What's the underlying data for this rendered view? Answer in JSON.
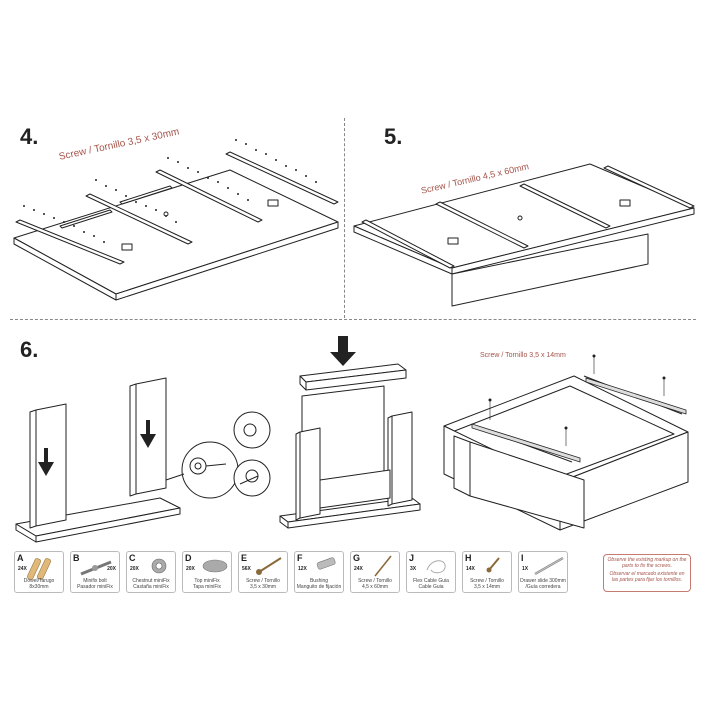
{
  "steps": {
    "s4": {
      "number": "4.",
      "label": "Screw / Tornillo  3,5 x 30mm"
    },
    "s5": {
      "number": "5.",
      "label": "Screw / Tornillo  4,5 x 60mm"
    },
    "s6": {
      "number": "6.",
      "label": "Screw / Tornillo  3,5 x 14mm"
    }
  },
  "parts": [
    {
      "letter": "A",
      "qty": "24X",
      "name1": "Dowel/Tarugo",
      "name2": "8x30mm",
      "icon": "dowel-icon"
    },
    {
      "letter": "B",
      "qty": "20X",
      "name1": "Minifix bolt",
      "name2": "Pasador miniFix",
      "icon": "minifix-bolt-icon"
    },
    {
      "letter": "C",
      "qty": "20X",
      "name1": "Chestnut miniFix",
      "name2": "Castaña miniFix",
      "icon": "chestnut-minifix-icon"
    },
    {
      "letter": "D",
      "qty": "20X",
      "name1": "Top miniFix",
      "name2": "Tapa miniFix",
      "icon": "top-minifix-icon"
    },
    {
      "letter": "E",
      "qty": "56X",
      "name1": "Screw / Tornillo",
      "name2": "3,5 x 30mm",
      "icon": "screw-icon"
    },
    {
      "letter": "F",
      "qty": "12X",
      "name1": "Bushing",
      "name2": "Manguito de fijación",
      "icon": "bushing-icon"
    },
    {
      "letter": "G",
      "qty": "24X",
      "name1": "Screw / Tornillo",
      "name2": "4,5 x 60mm",
      "icon": "long-screw-icon"
    },
    {
      "letter": "J",
      "qty": "3X",
      "name1": "Flex Cable Guia",
      "name2": "Cable Guia",
      "icon": "cable-guide-icon"
    },
    {
      "letter": "H",
      "qty": "14X",
      "name1": "Screw / Tornillo",
      "name2": "3,5 x 14mm",
      "icon": "short-screw-icon"
    },
    {
      "letter": "I",
      "qty": "1X",
      "name1": "Drawer slide 300mm",
      "name2": "/Guía corredera",
      "icon": "drawer-slide-icon"
    }
  ],
  "note": {
    "line1": "Observe the existing markup on the parts to fix the screws.",
    "line2": "Observar el marcado existente en las partes para fijar los tornillos."
  },
  "colors": {
    "accent_red": "#a5544a",
    "line": "#222222",
    "panel_fill": "#ffffff"
  }
}
